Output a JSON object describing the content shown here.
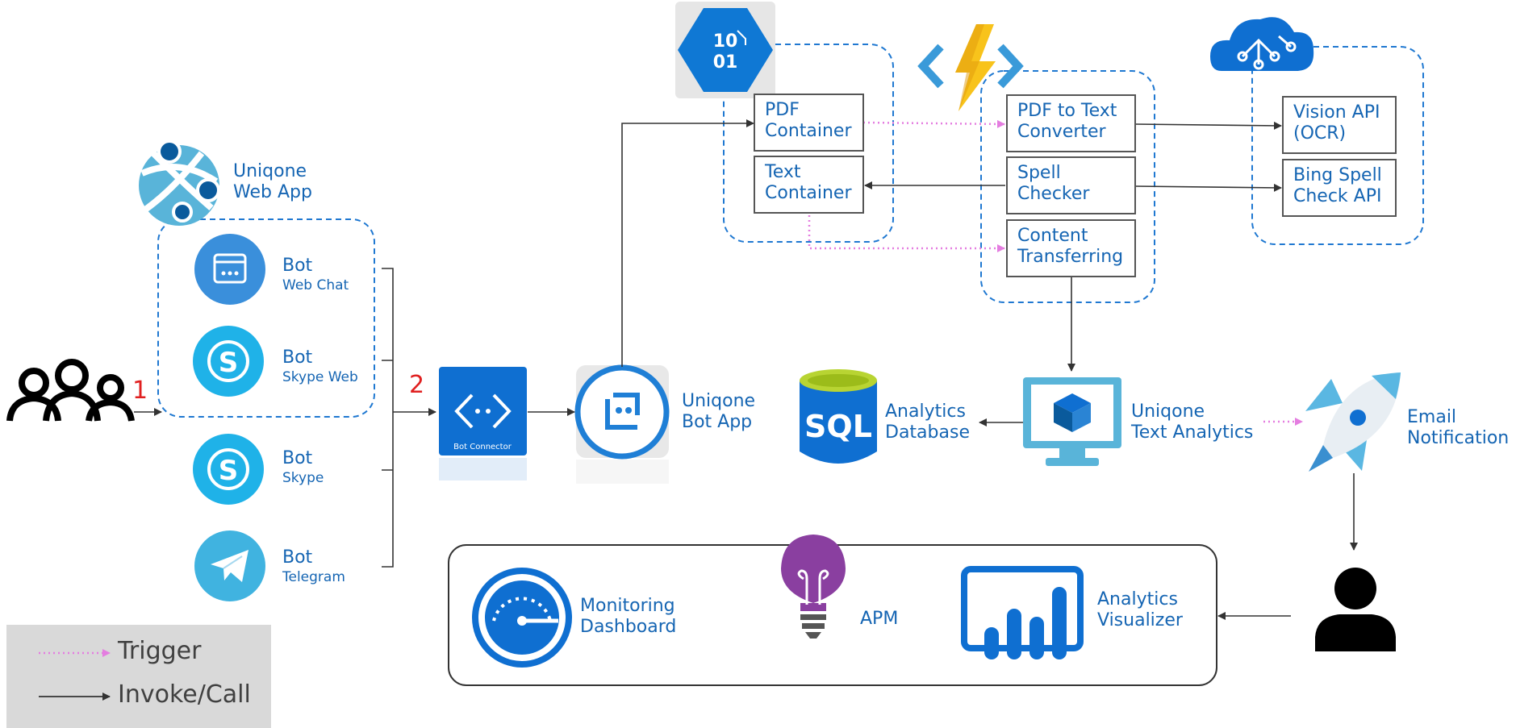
{
  "diagram": {
    "numbers": {
      "step1": "1",
      "step2": "2"
    },
    "web_app": {
      "title_line1": "Uniqone",
      "title_line2": "Web App"
    },
    "channels": [
      {
        "name": "Bot",
        "sub": "Web Chat"
      },
      {
        "name": "Bot",
        "sub": "Skype Web"
      },
      {
        "name": "Bot",
        "sub": "Skype"
      },
      {
        "name": "Bot",
        "sub": "Telegram"
      }
    ],
    "bot_connector": {
      "caption": "Bot Connector"
    },
    "bot_app": {
      "line1": "Uniqone",
      "line2": "Bot App"
    },
    "storage": {
      "pdf_container": {
        "line1": "PDF",
        "line2": "Container"
      },
      "text_container": {
        "line1": "Text",
        "line2": "Container"
      },
      "blob_icon_text": {
        "line1": "10",
        "line2": "01"
      }
    },
    "functions": {
      "pdf_to_text": {
        "line1": "PDF to Text",
        "line2": "Converter"
      },
      "spell_checker": {
        "line1": "Spell",
        "line2": "Checker"
      },
      "content_transferring": {
        "line1": "Content",
        "line2": "Transferring"
      }
    },
    "cognitive": {
      "vision_api": {
        "line1": "Vision API",
        "line2": "(OCR)"
      },
      "bing_spell": {
        "line1": "Bing Spell",
        "line2": "Check API"
      }
    },
    "analytics_db": {
      "line1": "Analytics",
      "line2": "Database",
      "icon_text": "SQL"
    },
    "text_analytics": {
      "line1": "Uniqone",
      "line2": "Text Analytics"
    },
    "email": {
      "line1": "Email",
      "line2": "Notification"
    },
    "monitoring": {
      "dashboard": {
        "line1": "Monitoring",
        "line2": "Dashboard"
      },
      "apm": {
        "label": "APM"
      },
      "visualizer": {
        "line1": "Analytics",
        "line2": "Visualizer"
      }
    },
    "legend": {
      "trigger": "Trigger",
      "invoke": "Invoke/Call"
    },
    "colors": {
      "accent": "#1565b3",
      "dash": "#1f78d1",
      "trigger": "#e47de0",
      "arrow": "#333333",
      "step": "#e02020"
    }
  }
}
